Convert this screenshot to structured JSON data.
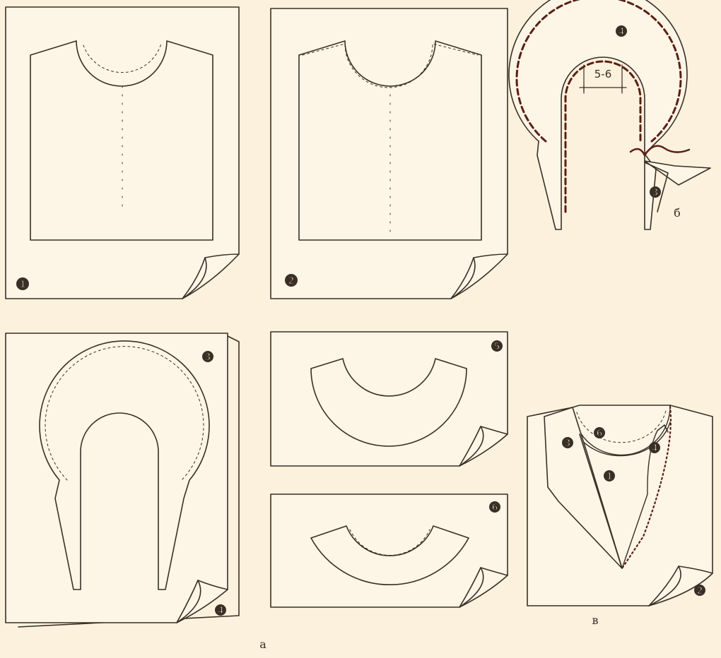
{
  "colors": {
    "background": "#fcf1dc",
    "line": "#3a2f26",
    "paper": "#fdf5e6",
    "stitch": "#5a1f14"
  },
  "panels": [
    {
      "id": "1",
      "number": "1"
    },
    {
      "id": "2",
      "number": "2"
    },
    {
      "id": "3",
      "number": "3"
    },
    {
      "id": "4",
      "number": "4"
    },
    {
      "id": "5",
      "number": "5"
    },
    {
      "id": "6",
      "number": "6"
    }
  ],
  "detail_b": {
    "piece_top": "4",
    "piece_side": "3",
    "measure": "5-6",
    "caption": "б"
  },
  "detail_v": {
    "labels": [
      "6",
      "3",
      "4",
      "1",
      "2"
    ],
    "caption": "в"
  },
  "caption_a": "а"
}
